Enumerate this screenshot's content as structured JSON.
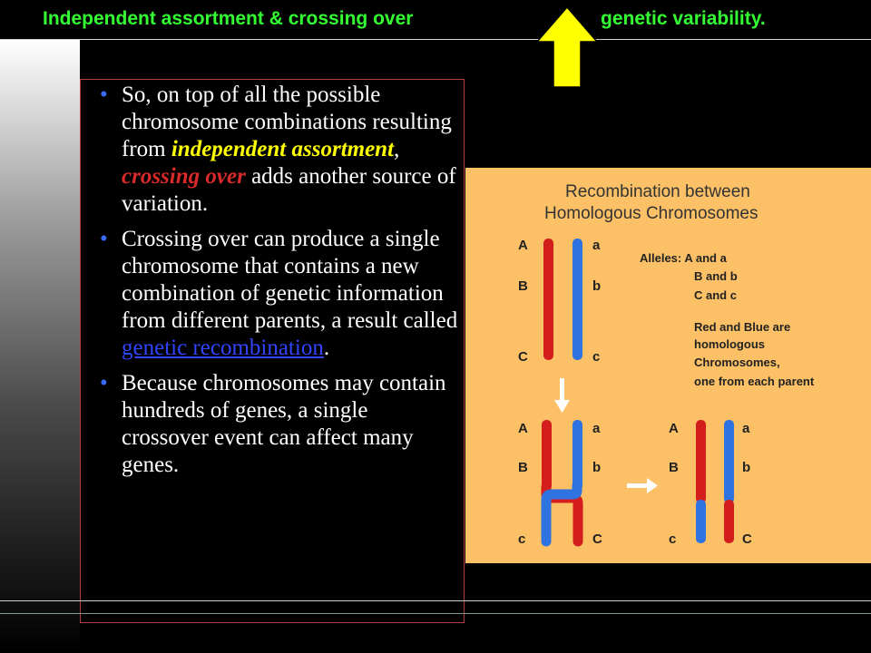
{
  "title": {
    "left": "Independent assortment & crossing over",
    "right": "genetic variability."
  },
  "icons": {
    "arrow": "up-arrow-icon",
    "bullet": "bullet-dot-icon"
  },
  "colors": {
    "title": "#33ff33",
    "arrow_fill": "#ffff00",
    "highlight_yellow": "#ffff00",
    "highlight_red": "#d82a2a",
    "link": "#3344ff",
    "figure_bg": "#fcc066",
    "chromosome_red": "#d41e1e",
    "chromosome_blue": "#2f73e0"
  },
  "bullets": [
    {
      "before": "So, on top of all the possible chromosome combinations resulting from ",
      "em1": "independent assortment",
      "middle": ", ",
      "em2": "crossing over",
      "after": " adds another source of variation."
    },
    {
      "before": "Crossing over can produce a single chromosome that contains a new combination of genetic information from different parents, a result called ",
      "link": "genetic recombination",
      "after": "."
    },
    {
      "text": "Because chromosomes may contain hundreds of genes, a single crossover event can affect many genes."
    }
  ],
  "figure": {
    "title_line1": "Recombination between",
    "title_line2": "Homologous Chromosomes",
    "legend": {
      "line1": "Alleles:  A and a",
      "line2": "B and b",
      "line3": "C and c",
      "line4": "Red and Blue are",
      "line5": "homologous",
      "line6": "Chromosomes,",
      "line7": "one from each parent"
    },
    "labels": {
      "A": "A",
      "B": "B",
      "C": "C",
      "a": "a",
      "b": "b",
      "c": "c"
    }
  }
}
